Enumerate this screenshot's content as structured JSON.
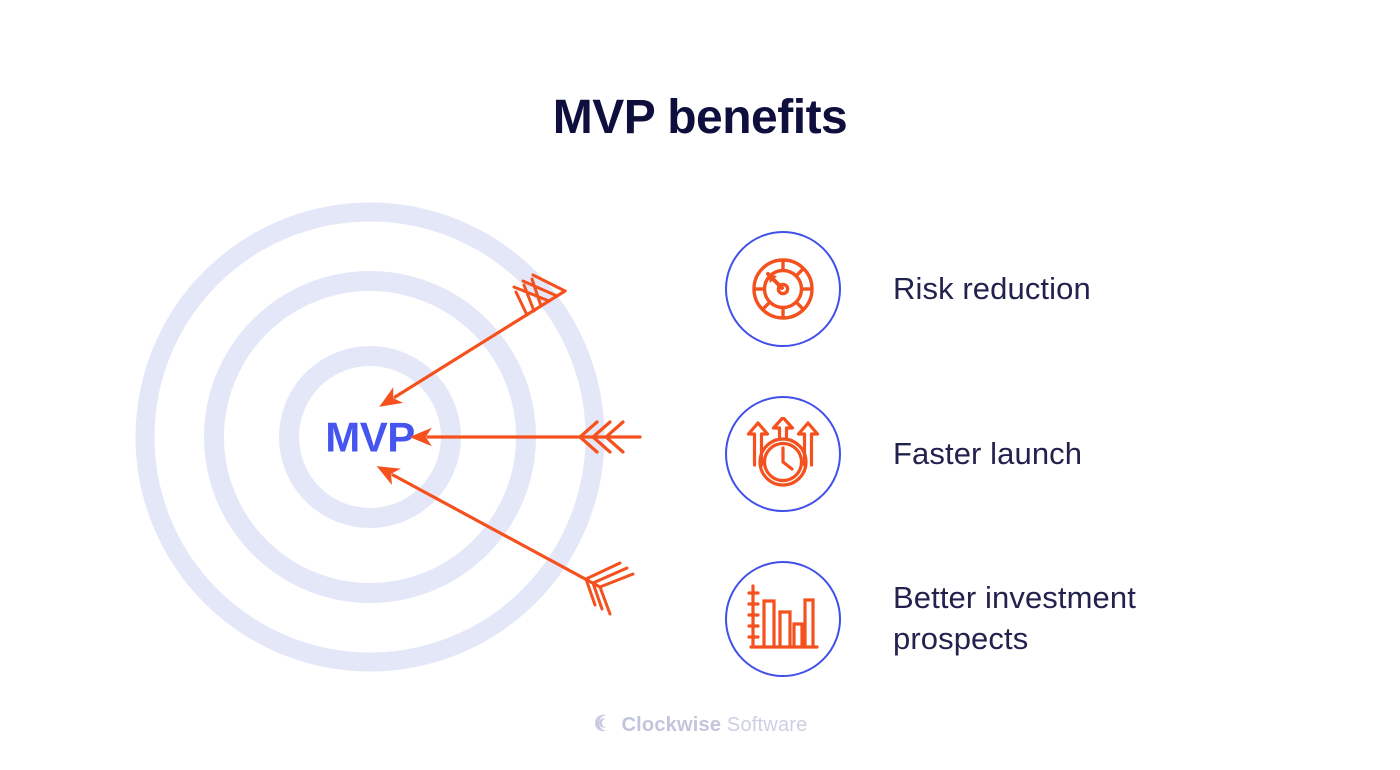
{
  "slide": {
    "title": "MVP benefits",
    "background_color": "#ffffff"
  },
  "colors": {
    "title_navy": "#0f0f3d",
    "ring_lavender": "#e4e7f8",
    "mvp_blue": "#4655f0",
    "arrow_orange": "#f4511e",
    "icon_orange": "#f4511e",
    "badge_blue": "#4050e8",
    "label_navy": "#22224f",
    "footer_gray": "#c9cbe0"
  },
  "target": {
    "center_label": "MVP",
    "rings": [
      {
        "name": "outer-ring",
        "radius": 225,
        "thickness": 19
      },
      {
        "name": "middle-ring",
        "radius": 156,
        "thickness": 20
      },
      {
        "name": "inner-ring",
        "radius": 81,
        "thickness": 20
      }
    ],
    "arrows": [
      {
        "name": "arrow-top",
        "direction": "down-left",
        "fletching": "feather"
      },
      {
        "name": "arrow-middle",
        "direction": "left",
        "fletching": "chevron"
      },
      {
        "name": "arrow-bottom",
        "direction": "up-left",
        "fletching": "feather"
      }
    ]
  },
  "benefits": [
    {
      "icon": "gauge-icon",
      "label": "Risk reduction"
    },
    {
      "icon": "clock-arrows-icon",
      "label": "Faster launch"
    },
    {
      "icon": "bar-chart-icon",
      "label": "Better investment prospects"
    }
  ],
  "footer": {
    "logo_icon": "clockwise-crescent-icon",
    "brand": "Clockwise",
    "brand_suffix": "Software"
  }
}
